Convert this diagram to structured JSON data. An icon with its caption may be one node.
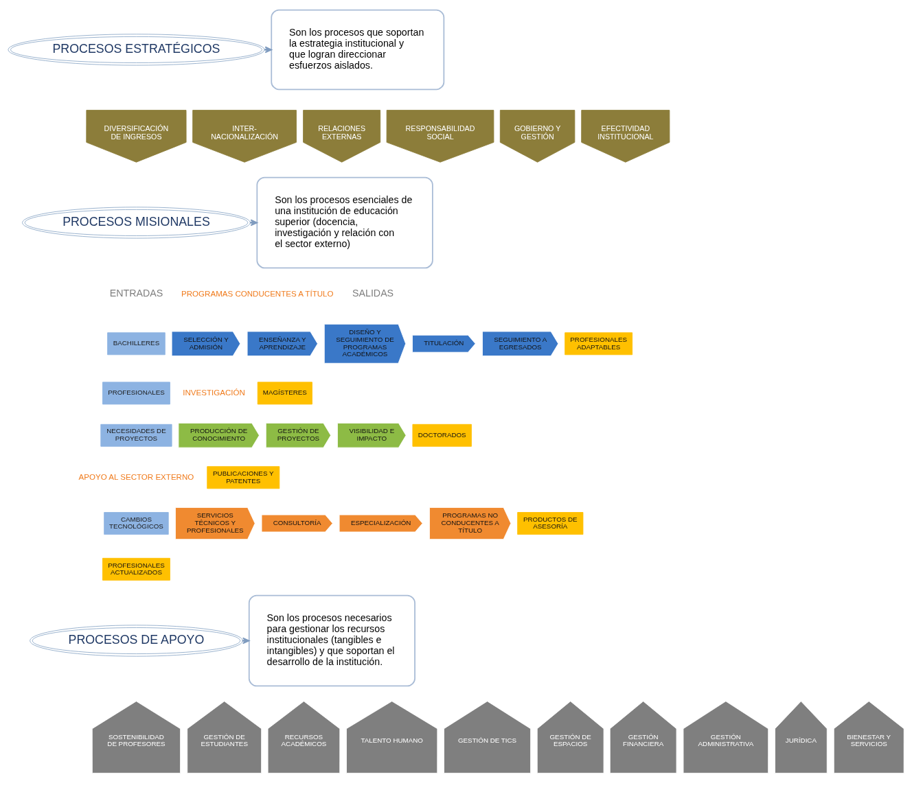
{
  "diagram": {
    "nodes": [
      {
        "text": [
          "PROCESOS ESTRATÉGICOS"
        ]
      },
      {
        "text": [
          "DIVERSIFICACIÓN DE INGRESOS"
        ]
      },
      {
        "text": [
          "INTER- NACIONALIZACIÓN"
        ]
      },
      {
        "text": [
          "RELACIONES EXTERNAS"
        ]
      },
      {
        "text": [
          "RESPONSABILIDAD SOCIAL"
        ]
      },
      {
        "text": [
          "GOBIERNO Y GESTIÓN"
        ]
      },
      {
        "text": [
          "EFECTIVIDAD INSTITUCIONAL"
        ]
      },
      {
        "text": [
          "Son los procesos que soportan la estrategia institucional y que logran direccionar esfuerzos aislados."
        ]
      },
      {
        "text": [
          "PROCESOS MISIONALES"
        ]
      },
      {
        "text": [
          "BACHILLERES"
        ]
      },
      {
        "text": [
          "PROFESIONALES"
        ]
      },
      {
        "text": [
          "NECESIDADES DE PROYECTOS"
        ]
      },
      {
        "text": [
          "CAMBIOS TECNOLÓGICOS"
        ]
      },
      {
        "text": [
          "SELECCIÓN Y ADMISIÓN"
        ]
      },
      {
        "text": [
          "ENSEÑANZA Y APRENDIZAJE"
        ]
      },
      {
        "text": [
          "DISEÑO Y SEGUIMIENTO DE PROGRAMAS ACADÉMICOS"
        ]
      },
      {
        "text": [
          "TITULACIÓN"
        ]
      },
      {
        "text": [
          "SEGUIMIENTO A EGRESADOS"
        ]
      },
      {
        "text": [
          "PRODUCCIÓN DE CONOCIMIENTO"
        ]
      },
      {
        "text": [
          "GESTIÓN DE PROYECTOS"
        ]
      },
      {
        "text": [
          "VISIBILIDAD E IMPACTO"
        ]
      },
      {
        "text": [
          "SERVICIOS TÉCNICOS Y PROFESIONALES"
        ]
      },
      {
        "text": [
          "CONSULTORÍA"
        ]
      },
      {
        "text": [
          "ESPECIALIZACIÓN"
        ]
      },
      {
        "text": [
          "PROGRAMAS NO CONDUCENTES A TÍTULO"
        ]
      },
      {
        "text": [
          "PROFESIONALES ADAPTABLES"
        ]
      },
      {
        "text": [
          "MAGÍSTERES"
        ]
      },
      {
        "text": [
          "DOCTORADOS"
        ]
      },
      {
        "text": [
          "PUBLICACIONES Y PATENTES"
        ]
      },
      {
        "text": [
          "PRODUCTOS DE ASESORÍA"
        ]
      },
      {
        "text": [
          "PROFESIONALES ACTUALIZADOS"
        ]
      },
      {
        "text": [
          "Son los procesos esenciales de una institución de educación superior (docencia, investigación y relación con el sector externo)"
        ]
      },
      {
        "text": [
          "PROCESOS DE APOYO"
        ]
      },
      {
        "text": [
          "SOSTENIBILIDAD DE PROFESORES"
        ]
      },
      {
        "text": [
          "GESTIÓN DE ESTUDIANTES"
        ]
      },
      {
        "text": [
          "RECURSOS ACADÉMICOS"
        ]
      },
      {
        "text": [
          "TALENTO HUMANO"
        ]
      },
      {
        "text": [
          "GESTIÓN DE TICS"
        ]
      },
      {
        "text": [
          "GESTIÓN DE ESPACIOS"
        ]
      },
      {
        "text": [
          "GESTIÓN FINANCIERA"
        ]
      },
      {
        "text": [
          "GESTIÓN ADMINISTRATIVA"
        ]
      },
      {
        "text": [
          "JURÍDICA"
        ]
      },
      {
        "text": [
          "BIENESTAR Y SERVICIOS"
        ]
      },
      {
        "text": [
          "Son los procesos necesarios para gestionar los recursos institucionales (tangibles e intangibles) y que soportan el desarrollo de la institución."
        ]
      }
    ],
    "edges": [
      {
        "from": 0,
        "to": 7,
        "arrow": "to"
      },
      {
        "from": 8,
        "to": 31,
        "arrow": "to"
      },
      {
        "from": 32,
        "to": 43,
        "arrow": "to"
      }
    ],
    "labels": [
      "PROGRAMAS CONDUCENTES A TÍTULO",
      "ENTRADAS",
      "SALIDAS",
      "INVESTIGACIÓN",
      "APOYO AL SECTOR EXTERNO"
    ]
  }
}
